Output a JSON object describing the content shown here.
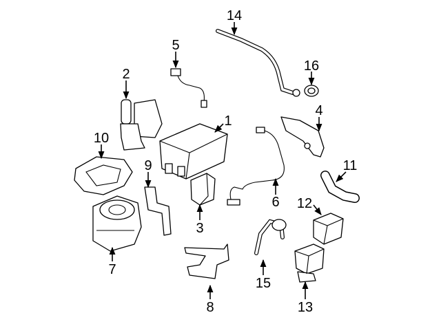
{
  "callouts": [
    {
      "number": "1"
    },
    {
      "number": "2"
    },
    {
      "number": "3"
    },
    {
      "number": "4"
    },
    {
      "number": "5"
    },
    {
      "number": "6"
    },
    {
      "number": "7"
    },
    {
      "number": "8"
    },
    {
      "number": "9"
    },
    {
      "number": "10"
    },
    {
      "number": "11"
    },
    {
      "number": "12"
    },
    {
      "number": "13"
    },
    {
      "number": "14"
    },
    {
      "number": "15"
    },
    {
      "number": "16"
    }
  ]
}
